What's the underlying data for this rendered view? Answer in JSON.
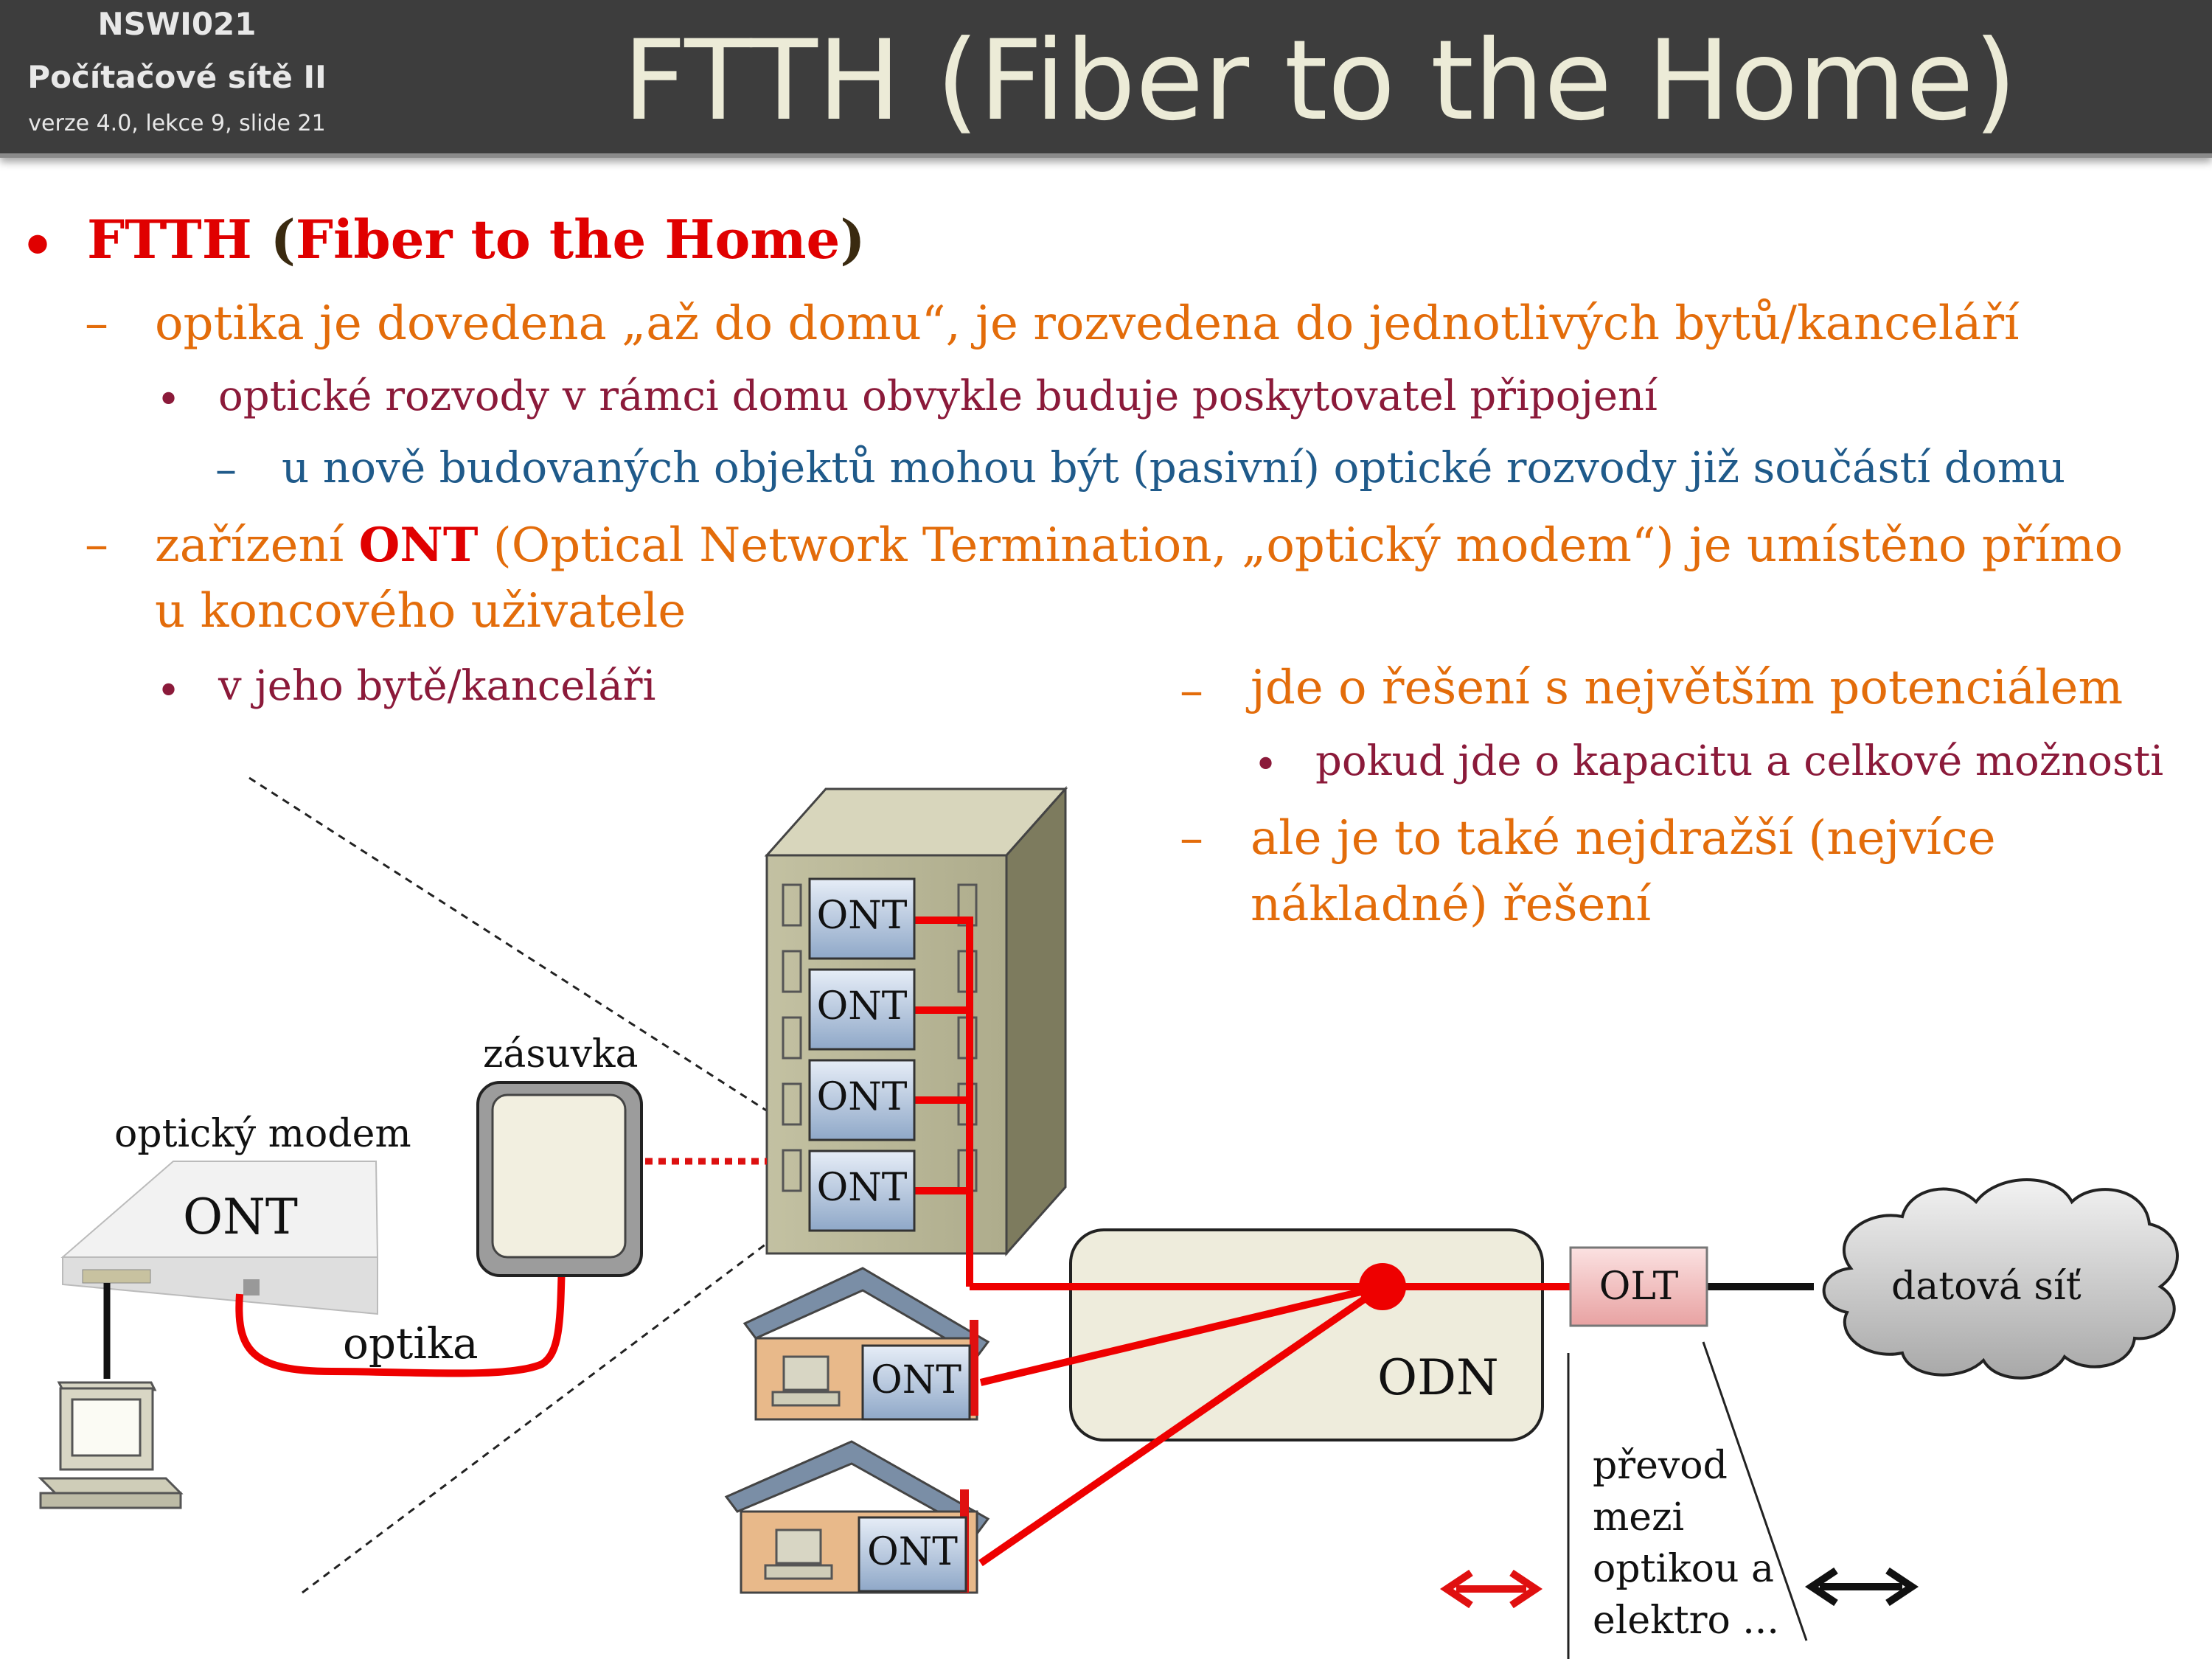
{
  "header": {
    "course_code": "NSWI021",
    "course_name": "Počítačové sítě II",
    "version": "verze 4.0, lekce  9, slide 21",
    "title": "FTTH (Fiber to the Home)"
  },
  "bullets": {
    "b1_bold": "FTTH",
    "b1_open": " (",
    "b1_red": "Fiber to the Home",
    "b1_close": ")",
    "b2": "optika je dovedena „až do domu“, je rozvedena do jednotlivých bytů/kanceláří",
    "b3": "optické rozvody v rámci domu obvykle buduje poskytovatel připojení",
    "b4": "u nově budovaných objektů mohou být (pasivní) optické rozvody již součástí domu",
    "b5_pre": "zařízení ",
    "b5_bold": "ONT",
    "b5_post": " (Optical Network Termination, „optický modem“) je umístěno přímo",
    "b5_line2": "u koncového uživatele",
    "b6": "v jeho bytě/kanceláři",
    "r1": "jde o řešení s největším potenciálem",
    "r2": "pokud jde o kapacitu a celkové možnosti",
    "r3_line1": "ale je to také nejdražší (nejvíce",
    "r3_line2": "nákladné) řešení"
  },
  "markers": {
    "dot": "•",
    "dash": "–"
  },
  "diagram": {
    "ont": "ONT",
    "modem_label": "optický modem",
    "socket_label": "zásuvka",
    "fiber_label": "optika",
    "odn": "ODN",
    "olt": "OLT",
    "cloud": "datová síť",
    "conversion": [
      "převod",
      "mezi",
      "optikou a",
      "elektro ..."
    ]
  },
  "colors": {
    "accent_red": "#e00000",
    "orange": "#e36c0a",
    "maroon": "#8b1a3a",
    "blue": "#1f5a8a",
    "header_bg": "#3d3d3d"
  }
}
